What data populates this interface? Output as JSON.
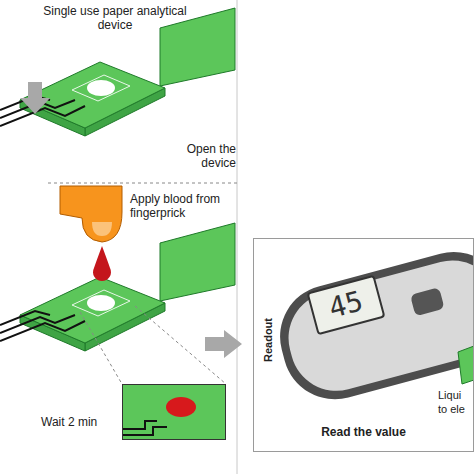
{
  "diagram": {
    "nodes": [
      {
        "text": [
          "Wait 2 min"
        ]
      },
      {
        "text": [
          "Read the value"
        ]
      },
      {
        "text": [
          "45"
        ],
        "in": 1
      }
    ],
    "labels": [
      "Single use paper analytical device",
      "Open the device",
      "Apply blood from fingerprick",
      "Readout",
      "Liqui",
      "to ele"
    ]
  }
}
